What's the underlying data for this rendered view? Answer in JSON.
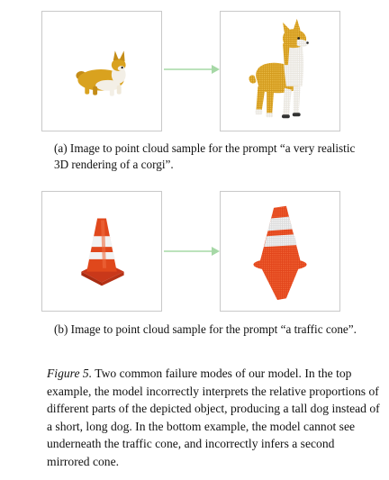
{
  "figure": {
    "subfigures": [
      {
        "id": "a",
        "caption": "(a) Image to point cloud sample for the prompt “a very realistic 3D rendering of a corgi”.",
        "input_object": "corgi",
        "output_object": "tall point-cloud dog"
      },
      {
        "id": "b",
        "caption": "(b) Image to point cloud sample for the prompt “a traffic cone”.",
        "input_object": "traffic cone",
        "output_object": "mirrored point-cloud cone"
      }
    ],
    "caption_label": "Figure 5.",
    "caption_text": " Two common failure modes of our model. In the top example, the model incorrectly interprets the relative proportions of different parts of the depicted object, producing a tall dog instead of a short, long dog. In the bottom example, the model cannot see underneath the traffic cone, and incorrectly infers a second mirrored cone.",
    "colors": {
      "arrow": "#a6d8a6",
      "panel_border": "#c9c9c9",
      "corgi_gold": "#d9a21f",
      "corgi_white": "#f3efe6",
      "cone_orange": "#e0481c",
      "cone_white": "#f2f2f2"
    },
    "icons": [
      "corgi-image",
      "dog-point-cloud",
      "traffic-cone-image",
      "cone-point-cloud",
      "right-arrow-icon"
    ]
  }
}
